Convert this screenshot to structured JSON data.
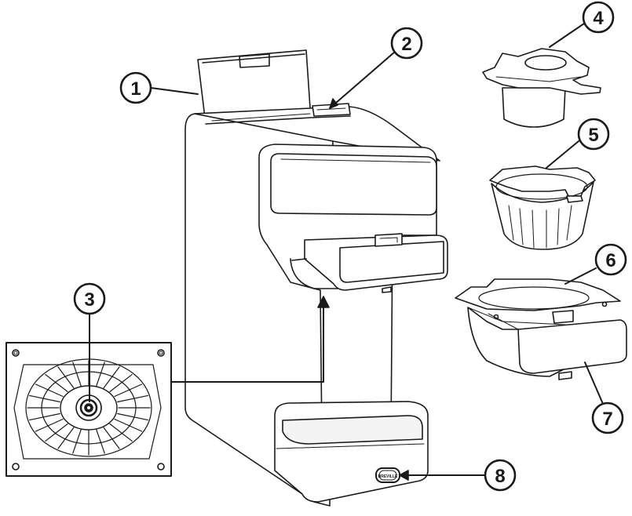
{
  "diagram": {
    "callouts": [
      {
        "id": "1",
        "label": "1"
      },
      {
        "id": "2",
        "label": "2"
      },
      {
        "id": "3",
        "label": "3"
      },
      {
        "id": "4",
        "label": "4"
      },
      {
        "id": "5",
        "label": "5"
      },
      {
        "id": "6",
        "label": "6"
      },
      {
        "id": "7",
        "label": "7"
      },
      {
        "id": "8",
        "label": "8"
      }
    ],
    "brand_badge_text": "BREVILLE"
  },
  "colors": {
    "stroke": "#1a1a1a",
    "fill": "#ffffff",
    "shade": "#f2f2f2"
  }
}
